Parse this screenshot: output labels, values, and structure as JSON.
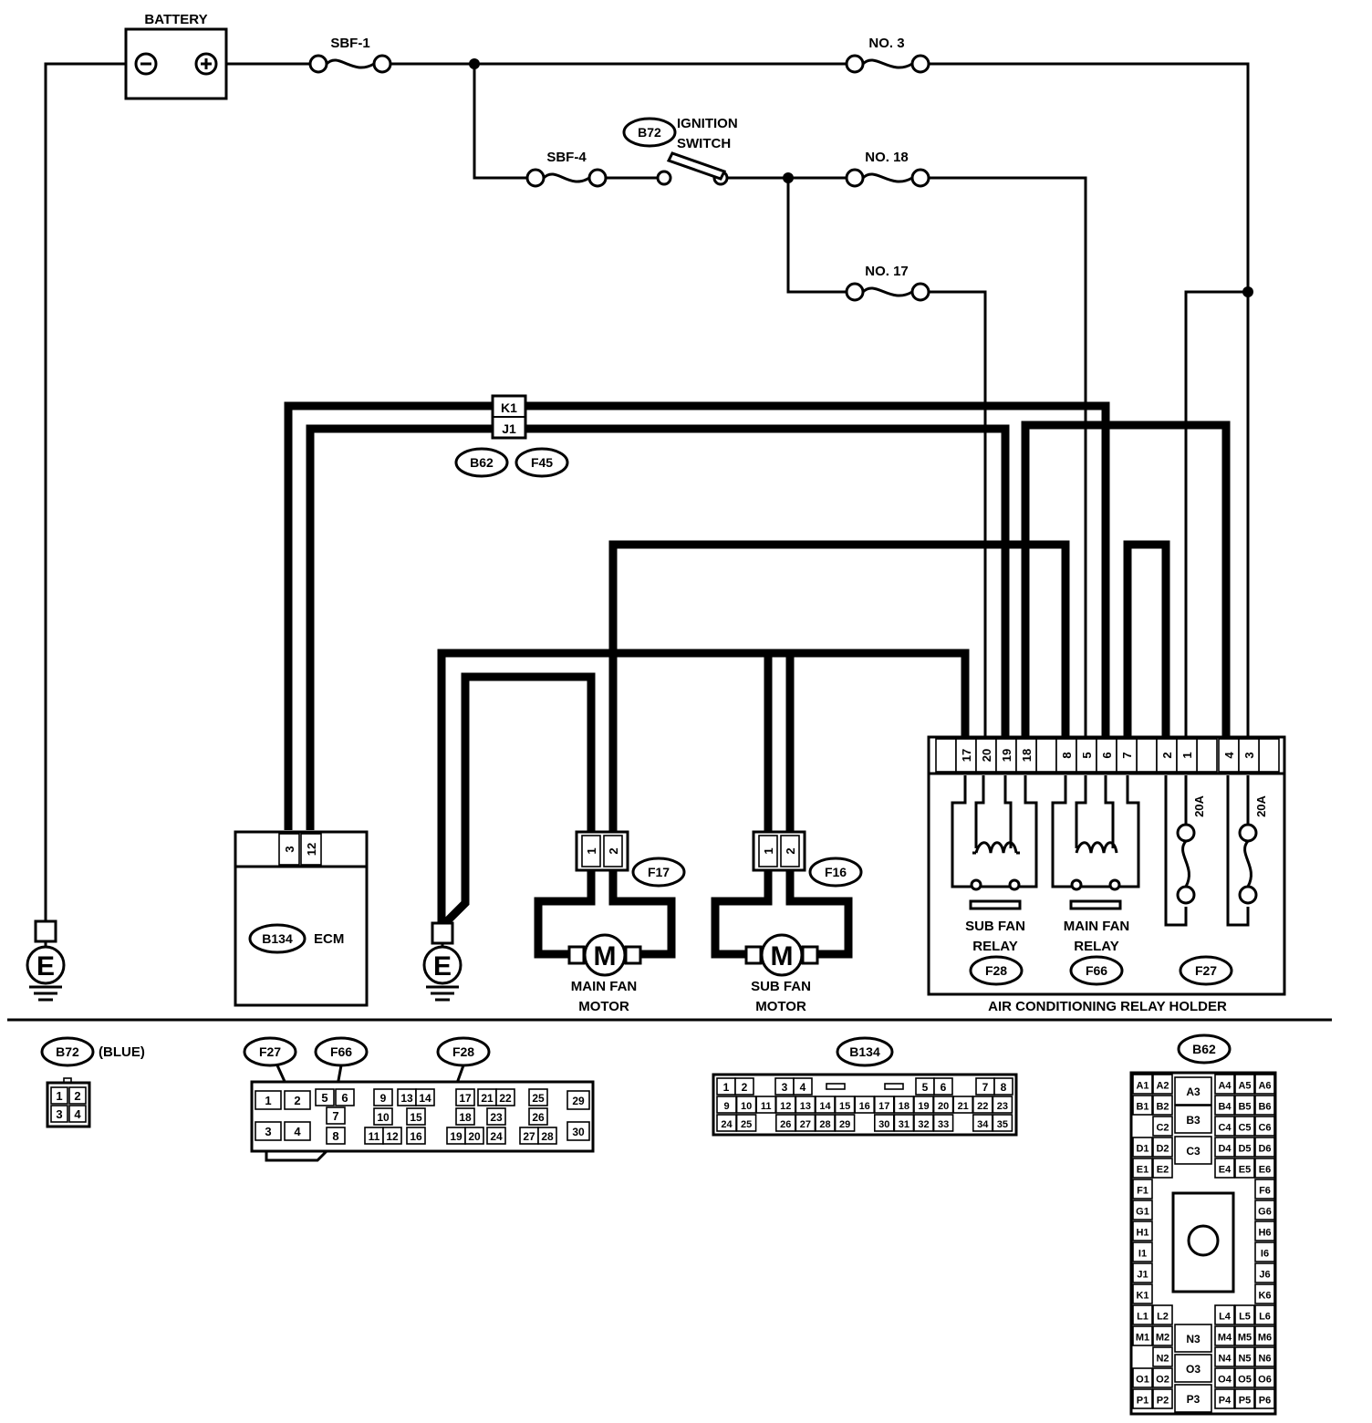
{
  "labels": {
    "battery": "BATTERY",
    "sbf1": "SBF-1",
    "sbf4": "SBF-4",
    "no3": "NO. 3",
    "no18": "NO. 18",
    "no17": "NO. 17",
    "ignition_line1": "IGNITION",
    "ignition_line2": "SWITCH",
    "ecm": "ECM",
    "main_fan_motor_line1": "MAIN FAN",
    "main_fan_motor_line2": "MOTOR",
    "sub_fan_motor_line1": "SUB FAN",
    "sub_fan_motor_line2": "MOTOR",
    "sub_fan_relay_line1": "SUB FAN",
    "sub_fan_relay_line2": "RELAY",
    "main_fan_relay_line1": "MAIN FAN",
    "main_fan_relay_line2": "RELAY",
    "relay_holder": "AIR CONDITIONING RELAY HOLDER",
    "blue": "(BLUE)",
    "motor_symbol": "M",
    "ground_symbol": "E",
    "fuse_20a": "20A",
    "k1": "K1",
    "j1": "J1"
  },
  "connectors": {
    "b72": "B72",
    "b62": "B62",
    "f45": "F45",
    "b134": "B134",
    "f17": "F17",
    "f16": "F16",
    "f28": "F28",
    "f66": "F66",
    "f27": "F27"
  },
  "pins": {
    "ecm": [
      "3",
      "12"
    ],
    "motor": [
      "1",
      "2"
    ],
    "relay_holder": [
      "17",
      "20",
      "19",
      "18",
      "8",
      "5",
      "6",
      "7",
      "2",
      "1",
      "4",
      "3"
    ]
  },
  "legend": {
    "b72": [
      [
        "1",
        "2"
      ],
      [
        "3",
        "4"
      ]
    ],
    "f27": [
      [
        "1",
        "2"
      ],
      [
        "3",
        "4"
      ]
    ],
    "f66": [
      [
        "5",
        "6"
      ],
      [
        "7"
      ],
      [
        "8"
      ]
    ],
    "f28_groups": [
      [
        [
          "9"
        ],
        [
          "10"
        ],
        [
          "11",
          "12"
        ]
      ],
      [
        [
          "13",
          "14"
        ],
        [
          "15"
        ],
        [
          "16"
        ]
      ],
      [
        [
          "17"
        ],
        [
          "18"
        ],
        [
          "19",
          "20"
        ]
      ],
      [
        [
          "21",
          "22"
        ],
        [
          "23"
        ],
        [
          "24"
        ]
      ],
      [
        [
          "25"
        ],
        [
          "26"
        ],
        [
          "27",
          "28"
        ]
      ]
    ],
    "f28_end": [
      "29",
      "30"
    ],
    "b134_rows": [
      [
        "1",
        "2",
        "",
        "",
        "3",
        "4",
        "",
        "",
        "",
        "",
        "",
        "",
        "",
        "",
        "5",
        "6",
        "",
        "",
        "7",
        "8"
      ],
      [
        "9",
        "10",
        "11",
        "12",
        "13",
        "14",
        "15",
        "16",
        "17",
        "18",
        "19",
        "20",
        "21",
        "22",
        "23"
      ],
      [
        "24",
        "25",
        "",
        "26",
        "27",
        "28",
        "29",
        "",
        "30",
        "31",
        "32",
        "33",
        "",
        "34",
        "35"
      ]
    ],
    "b62_left": [
      [
        "A1",
        "A2"
      ],
      [
        "B1",
        "B2"
      ],
      [
        "",
        "C2"
      ],
      [
        "D1",
        "D2"
      ],
      [
        "E1",
        "E2"
      ],
      [
        "F1",
        ""
      ],
      [
        "G1",
        ""
      ],
      [
        "H1",
        ""
      ],
      [
        "I1",
        ""
      ],
      [
        "J1",
        ""
      ],
      [
        "K1",
        ""
      ],
      [
        "L1",
        "L2"
      ],
      [
        "M1",
        "M2"
      ],
      [
        "",
        "N2"
      ],
      [
        "O1",
        "O2"
      ],
      [
        "P1",
        "P2"
      ]
    ],
    "b62_right": [
      [
        "A4",
        "A5",
        "A6"
      ],
      [
        "B4",
        "B5",
        "B6"
      ],
      [
        "C4",
        "C5",
        "C6"
      ],
      [
        "D4",
        "D5",
        "D6"
      ],
      [
        "E4",
        "E5",
        "E6"
      ],
      [
        "",
        "",
        "F6"
      ],
      [
        "",
        "",
        "G6"
      ],
      [
        "",
        "",
        "H6"
      ],
      [
        "",
        "",
        "I6"
      ],
      [
        "",
        "",
        "J6"
      ],
      [
        "",
        "",
        "K6"
      ],
      [
        "L4",
        "L5",
        "L6"
      ],
      [
        "M4",
        "M5",
        "M6"
      ],
      [
        "N4",
        "N5",
        "N6"
      ],
      [
        "O4",
        "O5",
        "O6"
      ],
      [
        "P4",
        "P5",
        "P6"
      ]
    ],
    "b62_center": [
      "A3",
      "B3",
      "C3",
      "N3",
      "O3",
      "P3"
    ]
  }
}
